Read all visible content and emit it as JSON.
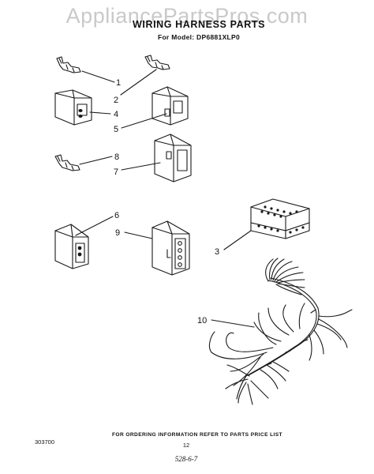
{
  "watermark": "AppliancePartsPros.com",
  "title": "WIRING HARNESS PARTS",
  "subtitle": "For Model: DP6881XLP0",
  "callouts": [
    "1",
    "2",
    "3",
    "4",
    "5",
    "6",
    "7",
    "8",
    "9",
    "10"
  ],
  "footer": {
    "instruction": "FOR ORDERING INFORMATION REFER TO PARTS PRICE LIST",
    "page_number": "12",
    "doc_code": "303700",
    "handwritten": "528-6-7"
  }
}
